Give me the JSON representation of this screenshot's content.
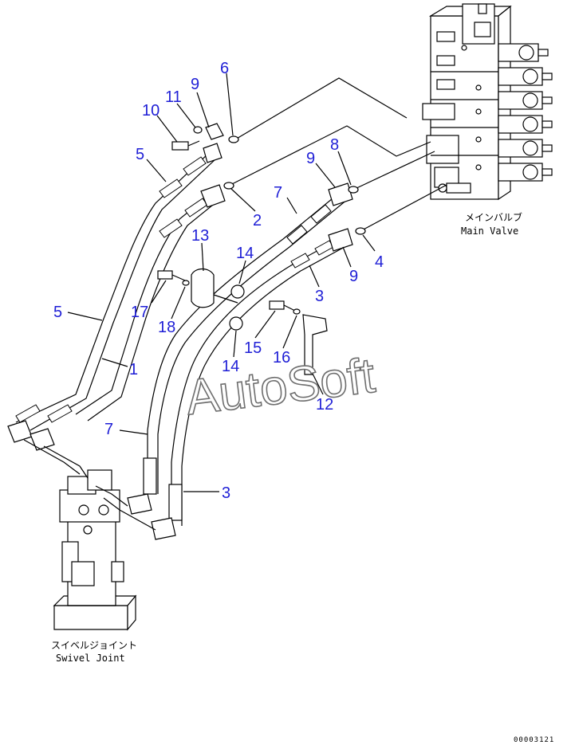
{
  "callouts": [
    {
      "n": "1"
    },
    {
      "n": "2"
    },
    {
      "n": "3"
    },
    {
      "n": "3"
    },
    {
      "n": "4"
    },
    {
      "n": "5"
    },
    {
      "n": "5"
    },
    {
      "n": "6"
    },
    {
      "n": "7"
    },
    {
      "n": "7"
    },
    {
      "n": "8"
    },
    {
      "n": "9"
    },
    {
      "n": "9"
    },
    {
      "n": "9"
    },
    {
      "n": "10"
    },
    {
      "n": "11"
    },
    {
      "n": "12"
    },
    {
      "n": "13"
    },
    {
      "n": "14"
    },
    {
      "n": "14"
    },
    {
      "n": "15"
    },
    {
      "n": "16"
    },
    {
      "n": "17"
    },
    {
      "n": "18"
    }
  ],
  "labels": {
    "main_valve_jp": "メインバルブ",
    "main_valve_en": "Main Valve",
    "swivel_joint_jp": "スイベルジョイント",
    "swivel_joint_en": "Swivel Joint"
  },
  "watermark": "AutoSoft",
  "doc_id": "00003121",
  "colors": {
    "callout": "#1f1fd6",
    "line": "#000000",
    "background": "#ffffff"
  }
}
